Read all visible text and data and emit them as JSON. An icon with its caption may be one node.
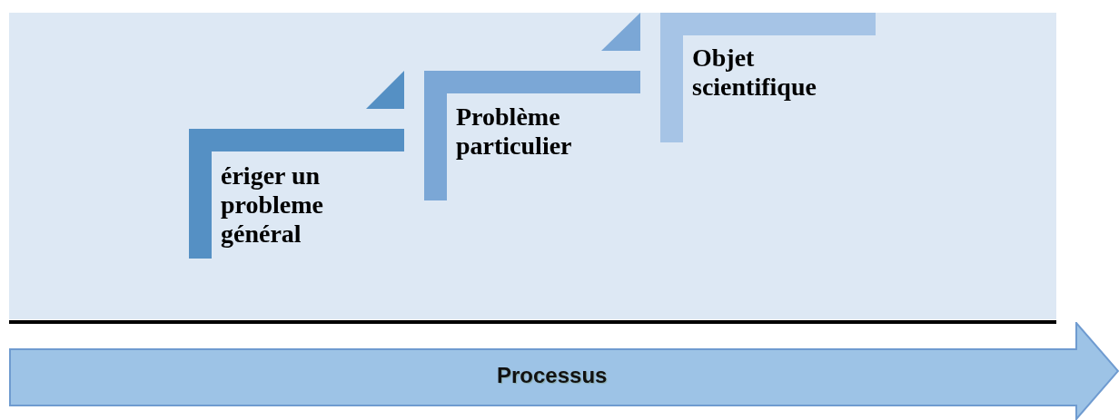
{
  "diagram": {
    "nodes": [
      {
        "text": [
          "ériger un probleme général"
        ]
      },
      {
        "text": [
          "Problème particulier"
        ]
      },
      {
        "text": [
          "Objet scientifique"
        ]
      },
      {
        "text": [
          "Processus"
        ]
      }
    ]
  }
}
